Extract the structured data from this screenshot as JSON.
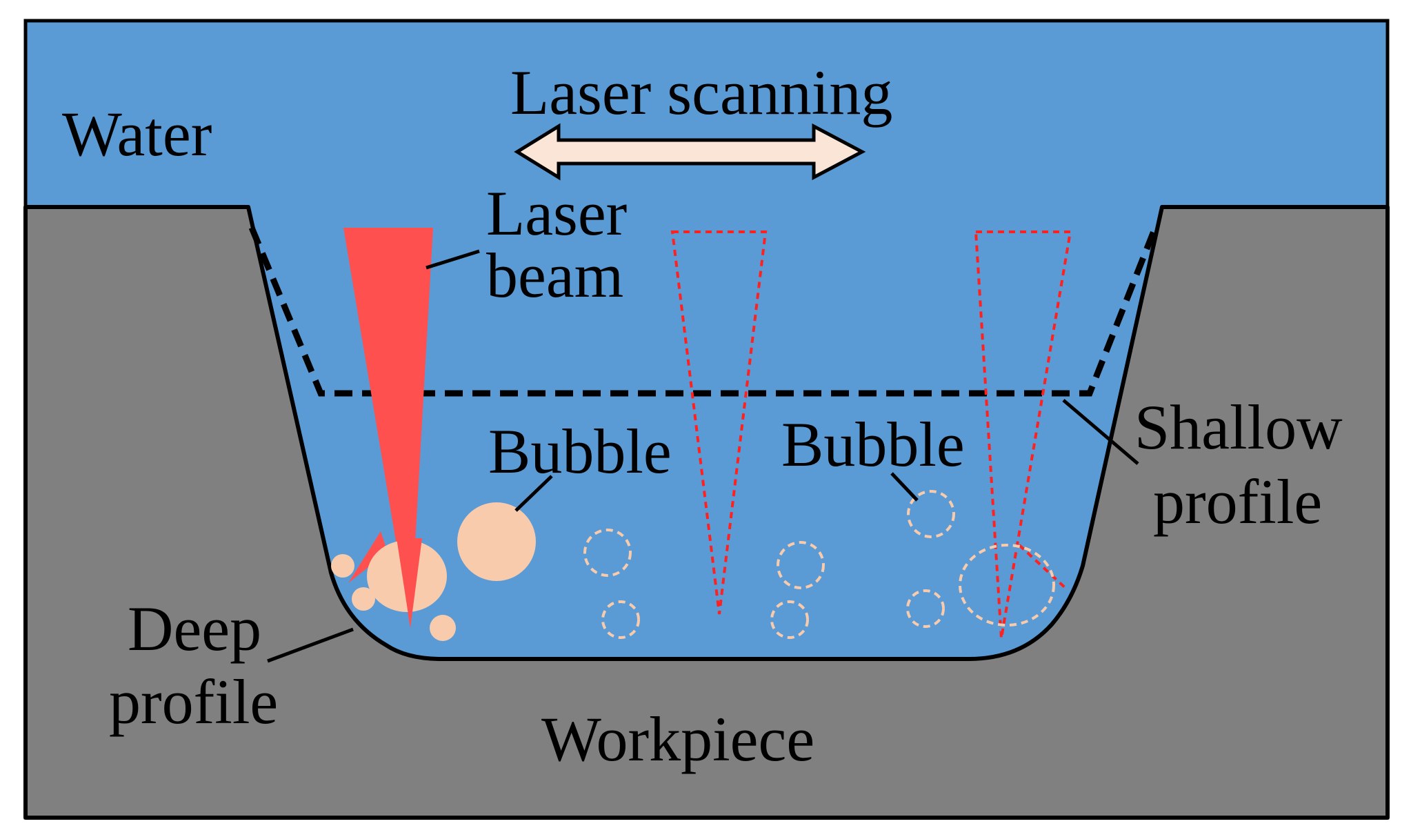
{
  "labels": {
    "water": "Water",
    "laser_scanning": "Laser scanning",
    "laser_beam_line1": "Laser",
    "laser_beam_line2": "beam",
    "bubble_left": "Bubble",
    "bubble_right": "Bubble",
    "shallow_line1": "Shallow",
    "shallow_line2": "profile",
    "deep_line1": "Deep",
    "deep_line2": "profile",
    "workpiece": "Workpiece"
  },
  "colors": {
    "water": "#5b9bd5",
    "workpiece": "#808080",
    "laser_beam": "#ff5050",
    "bubble": "#f8cbad",
    "arrow_fill": "#fbe5d6",
    "outline": "#000000"
  }
}
